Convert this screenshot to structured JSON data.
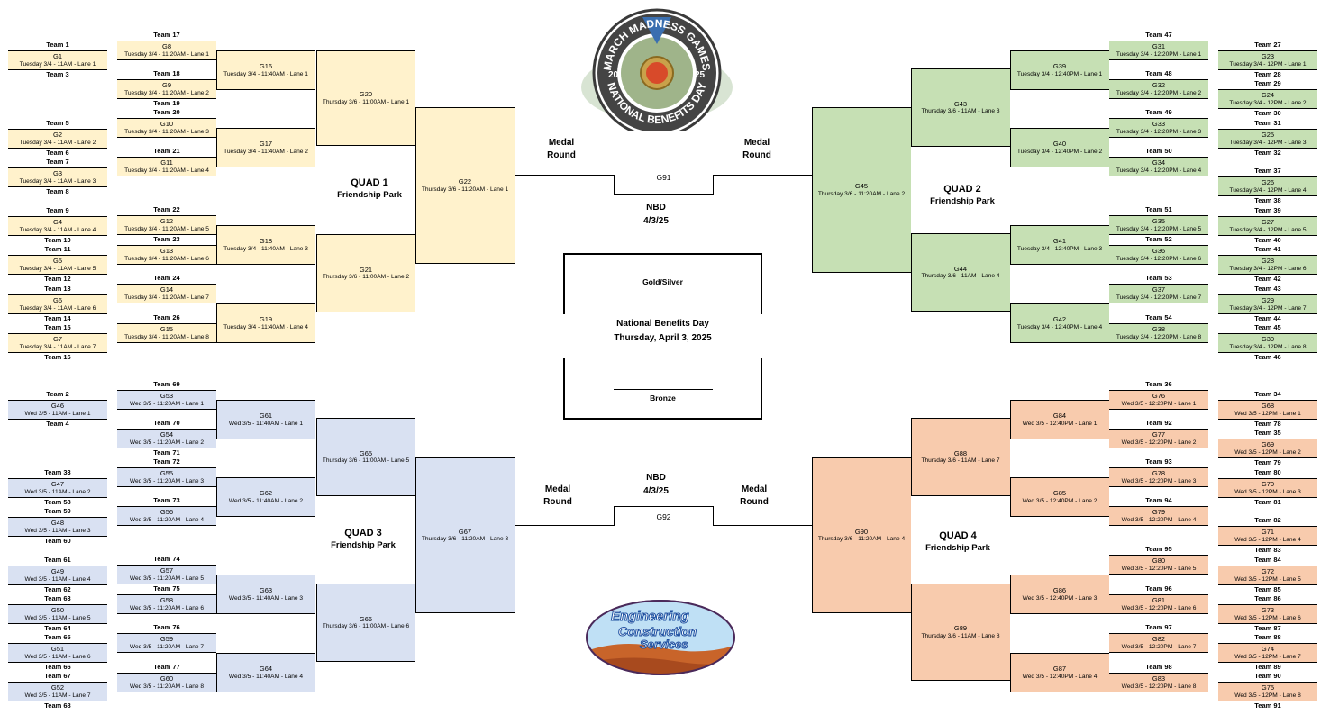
{
  "quad1": {
    "name": "QUAD 1",
    "site": "Friendship Park"
  },
  "quad2": {
    "name": "QUAD 2",
    "site": "Friendship Park"
  },
  "quad3": {
    "name": "QUAD 3",
    "site": "Friendship Park"
  },
  "quad4": {
    "name": "QUAD 4",
    "site": "Friendship Park"
  },
  "medal_round": {
    "line1": "Medal",
    "line2": "Round"
  },
  "nbd": {
    "line1": "NBD",
    "line2": "4/3/25"
  },
  "final_games": {
    "top": "G91",
    "bottom": "G92"
  },
  "center": {
    "gold": "Gold/Silver",
    "title": "National Benefits Day",
    "date": "Thursday, April 3, 2025",
    "bronze": "Bronze"
  },
  "logo_top": {
    "line1": "MARCH MADNESS GAMES",
    "line2": "NATIONAL BENEFITS DAY",
    "left": "20",
    "right": "25"
  },
  "logo_bottom": {
    "line1": "Engineering",
    "line2": "Construction",
    "line3": "Services"
  },
  "colors": {
    "quad1": "#fff2cc",
    "quad2": "#c6e0b4",
    "quad3": "#d9e1f2",
    "quad4": "#f8cbad"
  },
  "outer_games": [
    {
      "id": "G1",
      "info": "Tuesday 3/4 - 11AM - Lane 1",
      "top": "Team 1",
      "bottom": "Team 3"
    },
    {
      "id": "G2",
      "info": "Tuesday 3/4 - 11AM - Lane 2",
      "top": "Team 5",
      "bottom": "Team 6"
    },
    {
      "id": "G3",
      "info": "Tuesday 3/4 - 11AM - Lane 3",
      "top": "Team 7",
      "bottom": "Team 8"
    },
    {
      "id": "G4",
      "info": "Tuesday 3/4 - 11AM - Lane 4",
      "top": "Team 9",
      "bottom": "Team 10"
    },
    {
      "id": "G5",
      "info": "Tuesday 3/4 - 11AM - Lane 5",
      "top": "Team 11",
      "bottom": "Team 12"
    },
    {
      "id": "G6",
      "info": "Tuesday 3/4 - 11AM - Lane 6",
      "top": "Team 13",
      "bottom": "Team 14"
    },
    {
      "id": "G7",
      "info": "Tuesday 3/4 - 11AM - Lane 7",
      "top": "Team 15",
      "bottom": "Team 16"
    },
    {
      "id": "G23",
      "info": "Tuesday 3/4 - 12PM - Lane 1",
      "top": "Team 27",
      "bottom": "Team 28"
    },
    {
      "id": "G24",
      "info": "Tuesday 3/4 - 12PM - Lane 2",
      "top": "Team 29",
      "bottom": "Team 30"
    },
    {
      "id": "G25",
      "info": "Tuesday 3/4 - 12PM - Lane 3",
      "top": "Team 31",
      "bottom": "Team 32"
    },
    {
      "id": "G26",
      "info": "Tuesday 3/4 - 12PM - Lane 4",
      "top": "Team 37",
      "bottom": "Team 38"
    },
    {
      "id": "G27",
      "info": "Tuesday 3/4 - 12PM - Lane 5",
      "top": "Team 39",
      "bottom": "Team 40"
    },
    {
      "id": "G28",
      "info": "Tuesday 3/4 - 12PM - Lane 6",
      "top": "Team 41",
      "bottom": "Team 42"
    },
    {
      "id": "G29",
      "info": "Tuesday 3/4 - 12PM - Lane 7",
      "top": "Team 43",
      "bottom": "Team 44"
    },
    {
      "id": "G30",
      "info": "Tuesday 3/4 - 12PM - Lane 8",
      "top": "Team 45",
      "bottom": "Team 46"
    },
    {
      "id": "G46",
      "info": "Wed 3/5 - 11AM - Lane 1",
      "top": "Team 2",
      "bottom": "Team 4"
    },
    {
      "id": "G47",
      "info": "Wed 3/5 - 11AM - Lane 2",
      "top": "Team 33",
      "bottom": "Team 58"
    },
    {
      "id": "G48",
      "info": "Wed 3/5 - 11AM - Lane 3",
      "top": "Team 59",
      "bottom": "Team 60"
    },
    {
      "id": "G49",
      "info": "Wed 3/5 - 11AM - Lane 4",
      "top": "Team 61",
      "bottom": "Team 62"
    },
    {
      "id": "G50",
      "info": "Wed 3/5 - 11AM - Lane 5",
      "top": "Team 63",
      "bottom": "Team 64"
    },
    {
      "id": "G51",
      "info": "Wed 3/5 - 11AM - Lane 6",
      "top": "Team 65",
      "bottom": "Team 66"
    },
    {
      "id": "G52",
      "info": "Wed 3/5 - 11AM - Lane 7",
      "top": "Team 67",
      "bottom": "Team 68"
    },
    {
      "id": "G68",
      "info": "Wed 3/5 - 12PM - Lane 1",
      "top": "Team 34",
      "bottom": "Team 78"
    },
    {
      "id": "G69",
      "info": "Wed 3/5 - 12PM - Lane 2",
      "top": "Team 35",
      "bottom": "Team 79"
    },
    {
      "id": "G70",
      "info": "Wed 3/5 - 12PM - Lane 3",
      "top": "Team 80",
      "bottom": "Team 81"
    },
    {
      "id": "G71",
      "info": "Wed 3/5 - 12PM - Lane 4",
      "top": "Team 82",
      "bottom": "Team 83"
    },
    {
      "id": "G72",
      "info": "Wed 3/5 - 12PM - Lane 5",
      "top": "Team 84",
      "bottom": "Team 85"
    },
    {
      "id": "G73",
      "info": "Wed 3/5 - 12PM - Lane 6",
      "top": "Team 86",
      "bottom": "Team 87"
    },
    {
      "id": "G74",
      "info": "Wed 3/5 - 12PM - Lane 7",
      "top": "Team 88",
      "bottom": "Team 89"
    },
    {
      "id": "G75",
      "info": "Wed 3/5 - 12PM - Lane 8",
      "top": "Team 90",
      "bottom": "Team 91"
    }
  ],
  "r1_games": [
    {
      "id": "G8",
      "info": "Tuesday 3/4 - 11:20AM - Lane 1",
      "top": "Team 17"
    },
    {
      "id": "G9",
      "info": "Tuesday 3/4 - 11:20AM - Lane 2",
      "top": "Team 18",
      "bottom": "Team 19"
    },
    {
      "id": "G10",
      "info": "Tuesday 3/4 - 11:20AM - Lane 3",
      "top": "Team 20"
    },
    {
      "id": "G11",
      "info": "Tuesday 3/4 - 11:20AM - Lane 4",
      "top": "Team 21"
    },
    {
      "id": "G12",
      "info": "Tuesday 3/4 - 11:20AM - Lane 5",
      "top": "Team 22"
    },
    {
      "id": "G13",
      "info": "Tuesday 3/4 - 11:20AM - Lane 6",
      "top": "Team 23"
    },
    {
      "id": "G14",
      "info": "Tuesday 3/4 - 11:20AM - Lane 7",
      "top": "Team 24"
    },
    {
      "id": "G15",
      "info": "Tuesday 3/4 - 11:20AM - Lane 8",
      "top": "Team 26"
    },
    {
      "id": "G31",
      "info": "Tuesday 3/4 - 12:20PM - Lane 1",
      "top": "Team 47"
    },
    {
      "id": "G32",
      "info": "Tuesday 3/4 - 12:20PM - Lane 2",
      "top": "Team 48"
    },
    {
      "id": "G33",
      "info": "Tuesday 3/4 - 12:20PM - Lane 3",
      "top": "Team 49"
    },
    {
      "id": "G34",
      "info": "Tuesday 3/4 - 12:20PM - Lane 4",
      "top": "Team 50"
    },
    {
      "id": "G35",
      "info": "Tuesday 3/4 - 12:20PM - Lane 5",
      "top": "Team 51"
    },
    {
      "id": "G36",
      "info": "Tuesday 3/4 - 12:20PM - Lane 6",
      "top": "Team 52"
    },
    {
      "id": "G37",
      "info": "Tuesday 3/4 - 12:20PM - Lane 7",
      "top": "Team 53"
    },
    {
      "id": "G38",
      "info": "Tuesday 3/4 - 12:20PM - Lane 8",
      "top": "Team 54"
    },
    {
      "id": "G53",
      "info": "Wed 3/5 - 11:20AM - Lane 1",
      "top": "Team 69"
    },
    {
      "id": "G54",
      "info": "Wed 3/5 - 11:20AM - Lane 2",
      "top": "Team 70",
      "bottom": "Team 71"
    },
    {
      "id": "G55",
      "info": "Wed 3/5 - 11:20AM - Lane 3",
      "top": "Team 72"
    },
    {
      "id": "G56",
      "info": "Wed 3/5 - 11:20AM - Lane 4",
      "top": "Team 73"
    },
    {
      "id": "G57",
      "info": "Wed 3/5 - 11:20AM - Lane 5",
      "top": "Team 74"
    },
    {
      "id": "G58",
      "info": "Wed 3/5 - 11:20AM - Lane 6",
      "top": "Team 75"
    },
    {
      "id": "G59",
      "info": "Wed 3/5 - 11:20AM - Lane 7",
      "top": "Team 76"
    },
    {
      "id": "G60",
      "info": "Wed 3/5 - 11:20AM - Lane 8",
      "top": "Team 77"
    },
    {
      "id": "G76",
      "info": "Wed 3/5 - 12:20PM - Lane 1",
      "top": "Team 36"
    },
    {
      "id": "G77",
      "info": "Wed 3/5 - 12:20PM - Lane 2",
      "top": "Team 92"
    },
    {
      "id": "G78",
      "info": "Wed 3/5 - 12:20PM - Lane 3",
      "top": "Team 93"
    },
    {
      "id": "G79",
      "info": "Wed 3/5 - 12:20PM - Lane 4",
      "top": "Team 94"
    },
    {
      "id": "G80",
      "info": "Wed 3/5 - 12:20PM - Lane 5",
      "top": "Team 95"
    },
    {
      "id": "G81",
      "info": "Wed 3/5 - 12:20PM - Lane 6",
      "top": "Team 96"
    },
    {
      "id": "G82",
      "info": "Wed 3/5 - 12:20PM - Lane 7",
      "top": "Team 97"
    },
    {
      "id": "G83",
      "info": "Wed 3/5 - 12:20PM - Lane 8",
      "top": "Team 98"
    }
  ],
  "r2_games": [
    {
      "id": "G16",
      "info": "Tuesday 3/4 - 11:40AM - Lane 1"
    },
    {
      "id": "G17",
      "info": "Tuesday 3/4 - 11:40AM - Lane 2"
    },
    {
      "id": "G18",
      "info": "Tuesday 3/4 - 11:40AM - Lane 3"
    },
    {
      "id": "G19",
      "info": "Tuesday 3/4 - 11:40AM - Lane 4"
    },
    {
      "id": "G39",
      "info": "Tuesday 3/4 - 12:40PM - Lane 1"
    },
    {
      "id": "G40",
      "info": "Tuesday 3/4 - 12:40PM - Lane 2"
    },
    {
      "id": "G41",
      "info": "Tuesday 3/4 - 12:40PM - Lane 3"
    },
    {
      "id": "G42",
      "info": "Tuesday 3/4 - 12:40PM - Lane 4"
    },
    {
      "id": "G61",
      "info": "Wed 3/5 - 11:40AM - Lane 1"
    },
    {
      "id": "G62",
      "info": "Wed 3/5 - 11:40AM - Lane 2"
    },
    {
      "id": "G63",
      "info": "Wed 3/5 - 11:40AM - Lane 3"
    },
    {
      "id": "G64",
      "info": "Wed 3/5 - 11:40AM - Lane 4"
    },
    {
      "id": "G84",
      "info": "Wed 3/5 - 12:40PM - Lane 1"
    },
    {
      "id": "G85",
      "info": "Wed 3/5 - 12:40PM - Lane 2"
    },
    {
      "id": "G86",
      "info": "Wed 3/5 - 12:40PM - Lane 3"
    },
    {
      "id": "G87",
      "info": "Wed 3/5 - 12:40PM - Lane 4"
    }
  ],
  "r3_games": [
    {
      "id": "G20",
      "info": "Thursday 3/6 - 11:00AM - Lane 1"
    },
    {
      "id": "G21",
      "info": "Thursday 3/6 - 11:00AM - Lane 2"
    },
    {
      "id": "G43",
      "info": "Thursday 3/6 - 11AM - Lane 3"
    },
    {
      "id": "G44",
      "info": "Thursday 3/6 - 11AM - Lane 4"
    },
    {
      "id": "G65",
      "info": "Thursday 3/6 - 11:00AM - Lane 5"
    },
    {
      "id": "G66",
      "info": "Thursday 3/6 - 11:00AM - Lane 6"
    },
    {
      "id": "G88",
      "info": "Thursday 3/6 - 11AM - Lane 7"
    },
    {
      "id": "G89",
      "info": "Thursday 3/6 - 11AM - Lane 8"
    }
  ],
  "r4_games": [
    {
      "id": "G22",
      "info": "Thursday 3/6 - 11:20AM - Lane 1"
    },
    {
      "id": "G45",
      "info": "Thursday 3/6 - 11:20AM - Lane 2"
    },
    {
      "id": "G67",
      "info": "Thursday 3/6 - 11:20AM - Lane 3"
    },
    {
      "id": "G90",
      "info": "Thursday 3/6 - 11:20AM - Lane 4"
    }
  ]
}
